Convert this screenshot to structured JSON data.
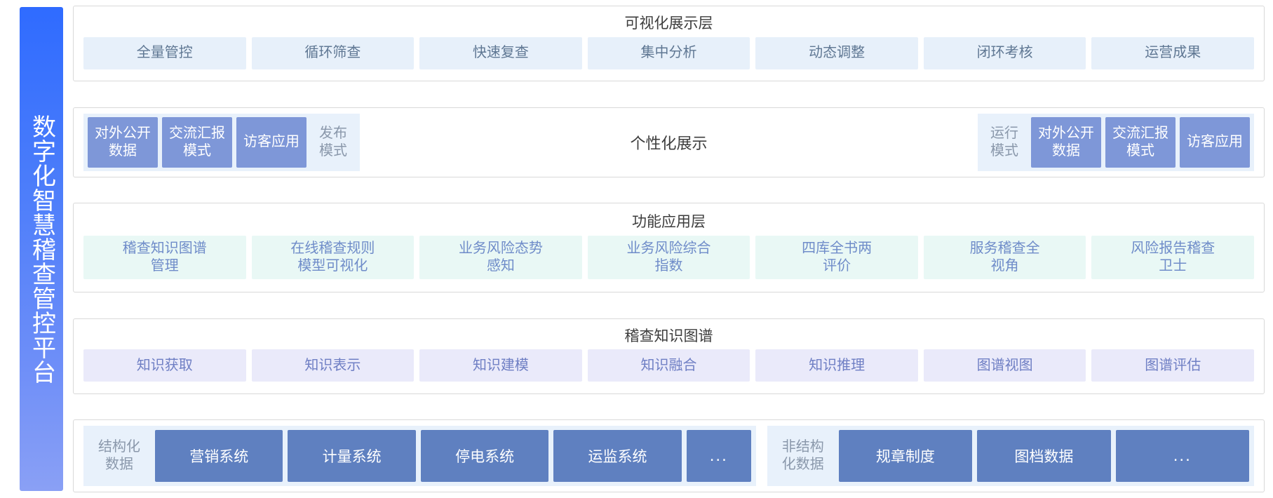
{
  "sidebar": {
    "title": "数字化智慧稽查管控平台",
    "gradient_from": "#2f6bff",
    "gradient_to": "#8aa0f5"
  },
  "layers": {
    "visualization": {
      "title": "可视化展示层",
      "chip_bg": "#e7f0fa",
      "chip_fg": "#5f7793",
      "items": [
        {
          "label": "全量管控"
        },
        {
          "label": "循环筛查"
        },
        {
          "label": "快速复查"
        },
        {
          "label": "集中分析"
        },
        {
          "label": "动态调整"
        },
        {
          "label": "闭环考核"
        },
        {
          "label": "运营成果"
        }
      ]
    },
    "modes": {
      "center_label": "个性化展示",
      "group_bg": "#e8f1fb",
      "box_bg": "#7e97d8",
      "left_group": {
        "mode_label": "发布\n模式",
        "mode_label_l1": "发布",
        "mode_label_l2": "模式",
        "boxes": [
          {
            "l1": "对外公开",
            "l2": "数据"
          },
          {
            "l1": "交流汇报",
            "l2": "模式"
          },
          {
            "l1": "访客应用",
            "l2": ""
          }
        ]
      },
      "right_group": {
        "mode_label_l1": "运行",
        "mode_label_l2": "模式",
        "boxes": [
          {
            "l1": "对外公开",
            "l2": "数据"
          },
          {
            "l1": "交流汇报",
            "l2": "模式"
          },
          {
            "l1": "访客应用",
            "l2": ""
          }
        ]
      }
    },
    "functional": {
      "title": "功能应用层",
      "chip_bg": "#e9f8f5",
      "chip_fg": "#6f8cc9",
      "items": [
        {
          "l1": "稽查知识图谱",
          "l2": "管理"
        },
        {
          "l1": "在线稽查规则",
          "l2": "模型可视化"
        },
        {
          "l1": "业务风险态势",
          "l2": "感知"
        },
        {
          "l1": "业务风险综合",
          "l2": "指数"
        },
        {
          "l1": "四库全书两",
          "l2": "评价"
        },
        {
          "l1": "服务稽查全",
          "l2": "视角"
        },
        {
          "l1": "风险报告稽查",
          "l2": "卫士"
        }
      ]
    },
    "knowledge_graph": {
      "title": "稽查知识图谱",
      "chip_bg": "#eaeafa",
      "chip_fg": "#6f7fc4",
      "items": [
        {
          "label": "知识获取"
        },
        {
          "label": "知识表示"
        },
        {
          "label": "知识建模"
        },
        {
          "label": "知识融合"
        },
        {
          "label": "知识推理"
        },
        {
          "label": "图谱视图"
        },
        {
          "label": "图谱评估"
        }
      ]
    },
    "data_sources": {
      "group_bg": "#e8f1fb",
      "box_bg": "#5f80c0",
      "structured": {
        "label_l1": "结构化",
        "label_l2": "数据",
        "items": [
          {
            "label": "营销系统"
          },
          {
            "label": "计量系统"
          },
          {
            "label": "停电系统"
          },
          {
            "label": "运监系统"
          },
          {
            "label": "..."
          }
        ]
      },
      "unstructured": {
        "label_l1": "非结构",
        "label_l2": "化数据",
        "items": [
          {
            "label": "规章制度"
          },
          {
            "label": "图档数据"
          },
          {
            "label": "..."
          }
        ]
      }
    }
  }
}
